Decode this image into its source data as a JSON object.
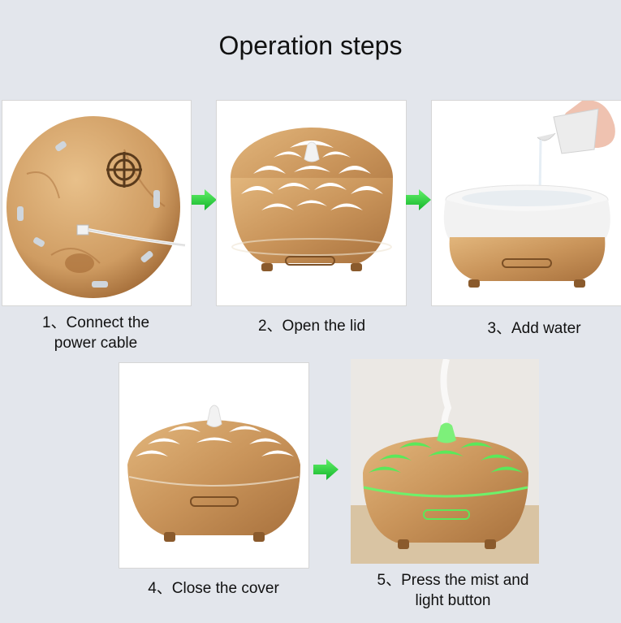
{
  "title": "Operation steps",
  "steps": [
    {
      "line1": "1、Connect the",
      "line2": "power cable"
    },
    {
      "line1": "2、Open the lid",
      "line2": ""
    },
    {
      "line1": "3、Add water",
      "line2": ""
    },
    {
      "line1": "4、Close the cover",
      "line2": ""
    },
    {
      "line1": "5、Press the mist and",
      "line2": "light button"
    }
  ],
  "colors": {
    "background": "#e3e6ec",
    "arrow": "#22d435",
    "wood": "#d7a56a",
    "glow": "#5be85a"
  }
}
